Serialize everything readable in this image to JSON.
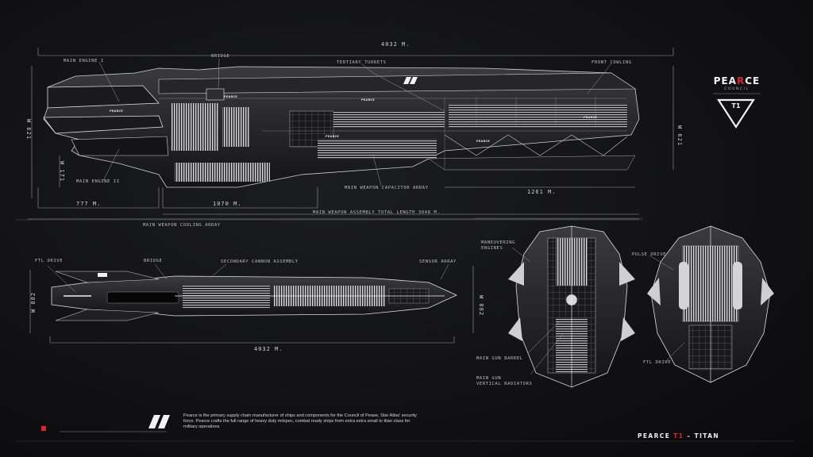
{
  "brand": {
    "name_pre": "PEA",
    "name_red": "R",
    "name_post": "CE",
    "sub": "COUNCIL",
    "badge": "T1",
    "accent_color": "#e0202a"
  },
  "side_view": {
    "total_length": "4032 M.",
    "height_left": "W 621",
    "height_right": "W 621",
    "small_height": "W 171",
    "seg_a": "777 M.",
    "seg_b": "1070 M.",
    "seg_c": "1261 M.",
    "assembly_total": "MAIN WEAPON ASSEMBLY TOTAL LENGTH 3048 M.",
    "labels": {
      "main_engine_1": "MAIN ENGINE I",
      "bridge": "BRIDGE",
      "tertiary_turrets": "TERTIARY TURRETS",
      "front_cowling": "FRONT COWLING",
      "main_engine_2": "MAIN ENGINE II",
      "capacitor": "MAIN WEAPON CAPACITOR ARRAY",
      "cooling": "MAIN WEAPON COOLING ARRAY"
    }
  },
  "top_view": {
    "length": "4032 M.",
    "width_left": "W 882",
    "width_right": "W 882",
    "labels": {
      "ftl_drive": "FTL DRIVE",
      "bridge": "BRIDGE",
      "secondary_cannon": "SECONDARY CANNON ASSEMBLY",
      "sensor_array": "SENSOR ARRAY"
    }
  },
  "front_back_view": {
    "labels": {
      "maneuvering": "MANEUVERING",
      "maneuvering_2": "ENGINES",
      "main_gun_barrel": "MAIN GUN BARREL",
      "main_gun": "MAIN GUN",
      "vertical_radiators": "VERTICAL RADIATORS",
      "pulse_drive": "PULSE DRIVE",
      "ftl_drive": "FTL DRIVE"
    }
  },
  "description": "Pearce is the primary supply chain manufacturer of ships and components for the Council of Pease, Star Atlas' security force. Pearce crafts the full range of heavy duty milspec, combat ready ships from extra extra small to titan class for military operations",
  "footer": {
    "pre": "PEARCE",
    "red": "T1",
    "post": "– TITAN"
  },
  "ship_decal": "PEARCE"
}
